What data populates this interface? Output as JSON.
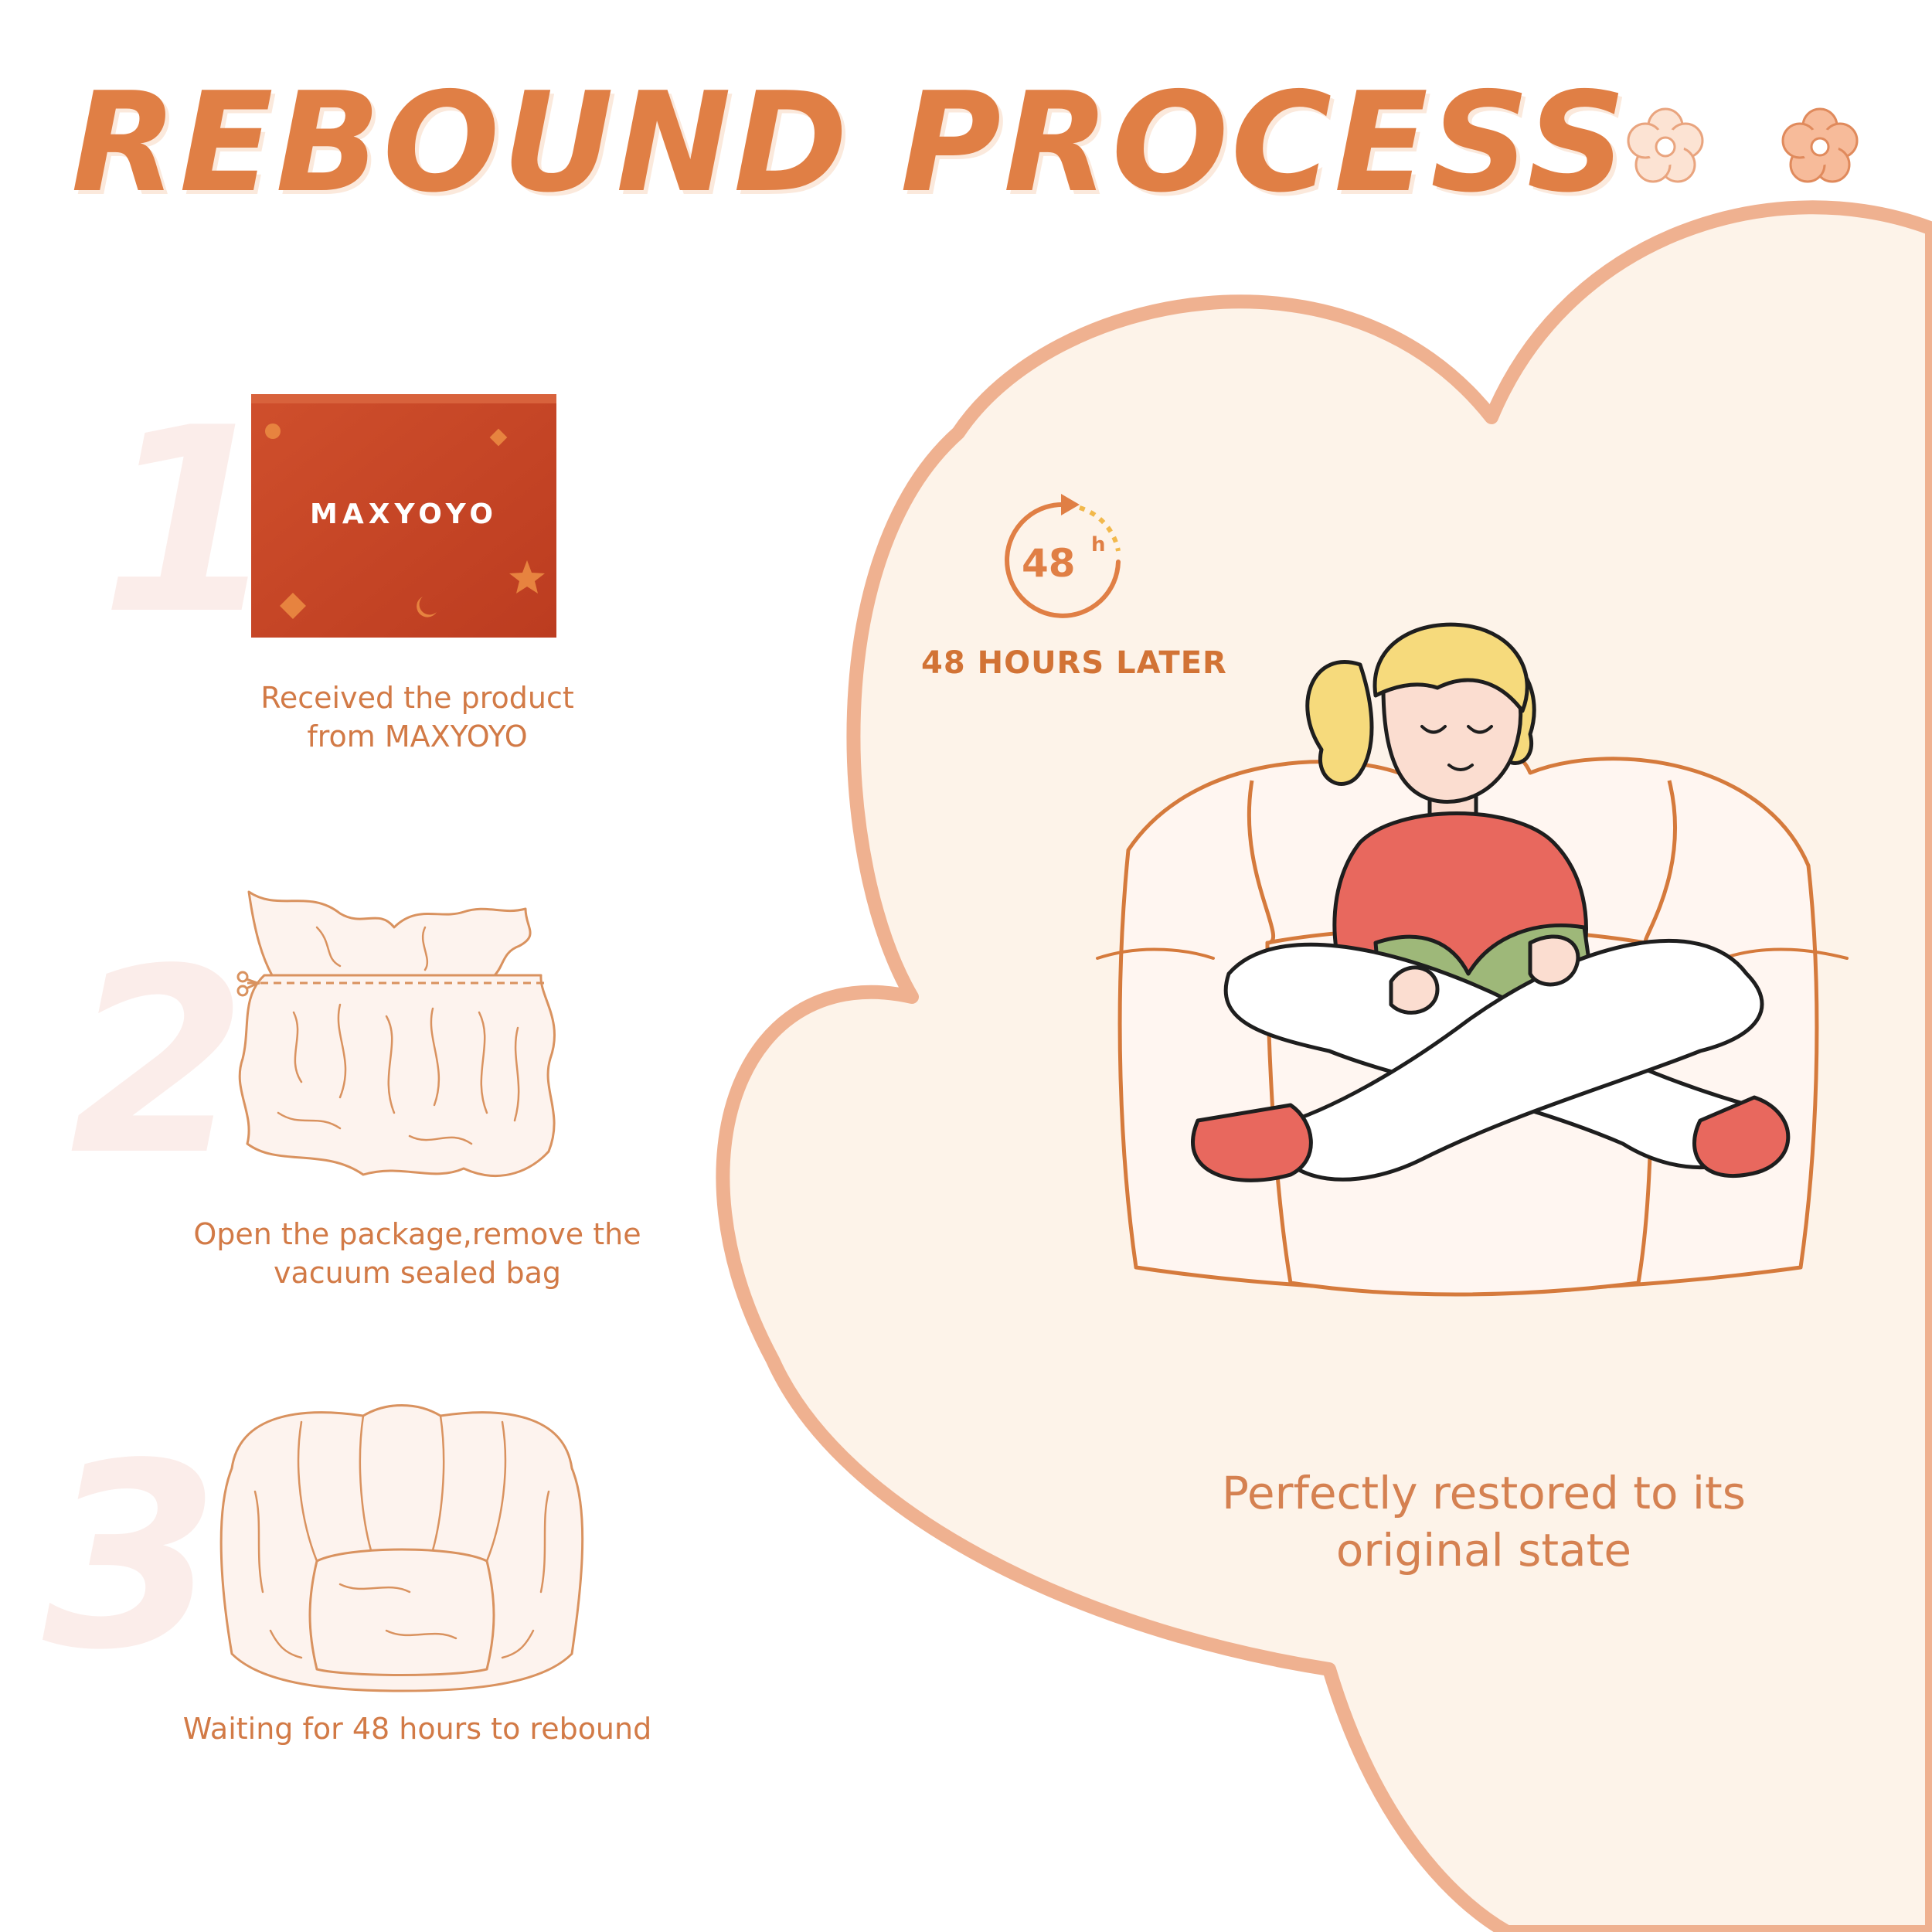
{
  "title": "REBOUND PROCESS",
  "colors": {
    "accent": "#E07F45",
    "cloud_fill": "#FDF3E9",
    "cloud_edge": "#EFB190",
    "step_number": "#FBEDEA",
    "box": "#C8462A"
  },
  "steps": [
    {
      "number": "1",
      "caption_line1": "Received the product",
      "caption_line2": "from MAXYOYO",
      "box_logo": "MAXYOYO"
    },
    {
      "number": "2",
      "caption_line1": "Open the package,remove the",
      "caption_line2": "vacuum sealed bag"
    },
    {
      "number": "3",
      "caption_line1": "Waiting for 48 hours to rebound"
    }
  ],
  "timer": {
    "value": "48",
    "unit": "h",
    "label": "48 HOURS LATER"
  },
  "final": {
    "line1": "Perfectly restored to its",
    "line2": "original state"
  },
  "icons": [
    "flower-icon",
    "flower-icon",
    "clock-arrow-icon",
    "scissors-icon"
  ]
}
